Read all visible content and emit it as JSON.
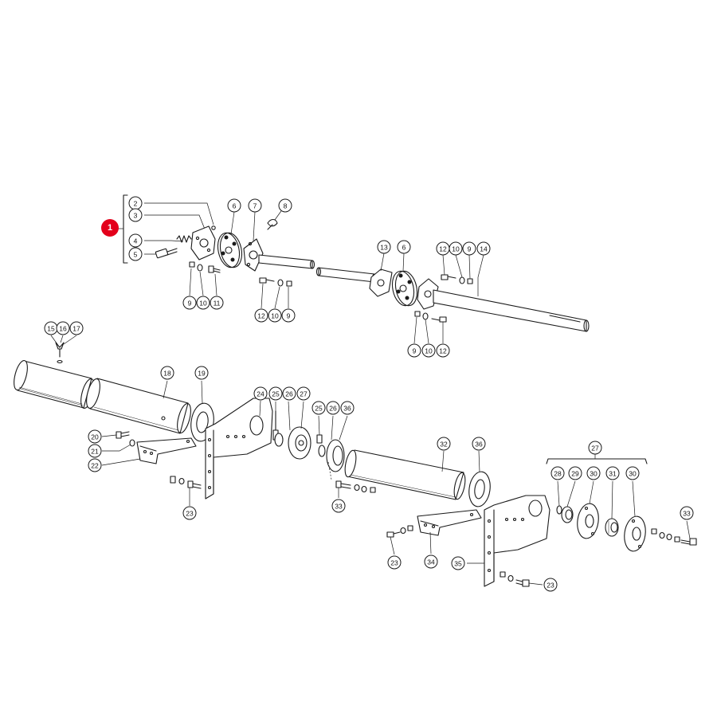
{
  "diagram": {
    "highlight_label": "1",
    "highlight_color": "#e3001b",
    "callouts": [
      {
        "id": "c2",
        "label": "2"
      },
      {
        "id": "c3",
        "label": "3"
      },
      {
        "id": "c4",
        "label": "4"
      },
      {
        "id": "c5",
        "label": "5"
      },
      {
        "id": "c6a",
        "label": "6"
      },
      {
        "id": "c7",
        "label": "7"
      },
      {
        "id": "c8",
        "label": "8"
      },
      {
        "id": "c9a",
        "label": "9"
      },
      {
        "id": "c10a",
        "label": "10"
      },
      {
        "id": "c11",
        "label": "11"
      },
      {
        "id": "c12a",
        "label": "12"
      },
      {
        "id": "c10b",
        "label": "10"
      },
      {
        "id": "c9b",
        "label": "9"
      },
      {
        "id": "c13",
        "label": "13"
      },
      {
        "id": "c6b",
        "label": "6"
      },
      {
        "id": "c12b",
        "label": "12"
      },
      {
        "id": "c10c",
        "label": "10"
      },
      {
        "id": "c9c",
        "label": "9"
      },
      {
        "id": "c14",
        "label": "14"
      },
      {
        "id": "c9d",
        "label": "9"
      },
      {
        "id": "c10d",
        "label": "10"
      },
      {
        "id": "c12c",
        "label": "12"
      },
      {
        "id": "c15",
        "label": "15"
      },
      {
        "id": "c16",
        "label": "16"
      },
      {
        "id": "c17",
        "label": "17"
      },
      {
        "id": "c18",
        "label": "18"
      },
      {
        "id": "c19",
        "label": "19"
      },
      {
        "id": "c20",
        "label": "20"
      },
      {
        "id": "c21",
        "label": "21"
      },
      {
        "id": "c22",
        "label": "22"
      },
      {
        "id": "c23a",
        "label": "23"
      },
      {
        "id": "c24",
        "label": "24"
      },
      {
        "id": "c25a",
        "label": "25"
      },
      {
        "id": "c26a",
        "label": "26"
      },
      {
        "id": "c27a",
        "label": "27"
      },
      {
        "id": "c25b",
        "label": "25"
      },
      {
        "id": "c26b",
        "label": "26"
      },
      {
        "id": "c36a",
        "label": "36"
      },
      {
        "id": "c33a",
        "label": "33"
      },
      {
        "id": "c32",
        "label": "32"
      },
      {
        "id": "c36b",
        "label": "36"
      },
      {
        "id": "c27b",
        "label": "27"
      },
      {
        "id": "c28",
        "label": "28"
      },
      {
        "id": "c29",
        "label": "29"
      },
      {
        "id": "c30a",
        "label": "30"
      },
      {
        "id": "c31",
        "label": "31"
      },
      {
        "id": "c30b",
        "label": "30"
      },
      {
        "id": "c33b",
        "label": "33"
      },
      {
        "id": "c23b",
        "label": "23"
      },
      {
        "id": "c34",
        "label": "34"
      },
      {
        "id": "c35",
        "label": "35"
      },
      {
        "id": "c23c",
        "label": "23"
      }
    ]
  }
}
